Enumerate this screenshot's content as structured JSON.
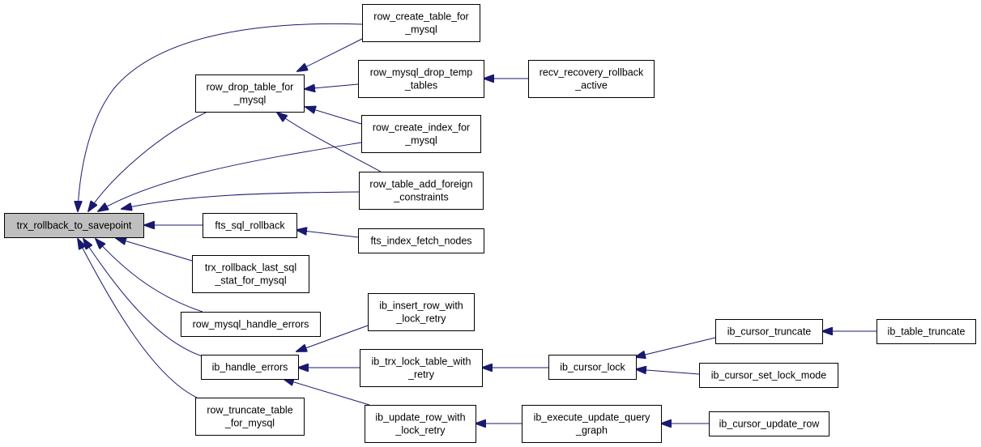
{
  "colors": {
    "edge": "#191970",
    "node_border": "#000000",
    "node_fill": "#ffffff",
    "root_fill": "#bfbfbf"
  },
  "nodes": [
    {
      "id": "trx_rollback_to_savepoint",
      "lines": [
        "trx_rollback_to_savepoint"
      ],
      "root": true
    },
    {
      "id": "row_drop_table_for_mysql",
      "lines": [
        "row_drop_table_for",
        "_mysql"
      ]
    },
    {
      "id": "row_create_table_for_mysql",
      "lines": [
        "row_create_table_for",
        "_mysql"
      ]
    },
    {
      "id": "row_mysql_drop_temp_tables",
      "lines": [
        "row_mysql_drop_temp",
        "_tables"
      ]
    },
    {
      "id": "recv_recovery_rollback_active",
      "lines": [
        "recv_recovery_rollback",
        "_active"
      ]
    },
    {
      "id": "row_create_index_for_mysql",
      "lines": [
        "row_create_index_for",
        "_mysql"
      ]
    },
    {
      "id": "row_table_add_foreign_constraints",
      "lines": [
        "row_table_add_foreign",
        "_constraints"
      ]
    },
    {
      "id": "fts_sql_rollback",
      "lines": [
        "fts_sql_rollback"
      ]
    },
    {
      "id": "fts_index_fetch_nodes",
      "lines": [
        "fts_index_fetch_nodes"
      ]
    },
    {
      "id": "trx_rollback_last_sql_stat_for_mysql",
      "lines": [
        "trx_rollback_last_sql",
        "_stat_for_mysql"
      ]
    },
    {
      "id": "row_mysql_handle_errors",
      "lines": [
        "row_mysql_handle_errors"
      ]
    },
    {
      "id": "ib_handle_errors",
      "lines": [
        "ib_handle_errors"
      ]
    },
    {
      "id": "row_truncate_table_for_mysql",
      "lines": [
        "row_truncate_table",
        "_for_mysql"
      ]
    },
    {
      "id": "ib_insert_row_with_lock_retry",
      "lines": [
        "ib_insert_row_with",
        "_lock_retry"
      ]
    },
    {
      "id": "ib_trx_lock_table_with_retry",
      "lines": [
        "ib_trx_lock_table_with",
        "_retry"
      ]
    },
    {
      "id": "ib_update_row_with_lock_retry",
      "lines": [
        "ib_update_row_with",
        "_lock_retry"
      ]
    },
    {
      "id": "ib_cursor_lock",
      "lines": [
        "ib_cursor_lock"
      ]
    },
    {
      "id": "ib_cursor_truncate",
      "lines": [
        "ib_cursor_truncate"
      ]
    },
    {
      "id": "ib_table_truncate",
      "lines": [
        "ib_table_truncate"
      ]
    },
    {
      "id": "ib_cursor_set_lock_mode",
      "lines": [
        "ib_cursor_set_lock_mode"
      ]
    },
    {
      "id": "ib_execute_update_query_graph",
      "lines": [
        "ib_execute_update_query",
        "_graph"
      ]
    },
    {
      "id": "ib_cursor_update_row",
      "lines": [
        "ib_cursor_update_row"
      ]
    }
  ],
  "edges": [
    {
      "from": "row_drop_table_for_mysql",
      "to": "trx_rollback_to_savepoint"
    },
    {
      "from": "row_create_table_for_mysql",
      "to": "trx_rollback_to_savepoint"
    },
    {
      "from": "row_create_index_for_mysql",
      "to": "trx_rollback_to_savepoint"
    },
    {
      "from": "row_table_add_foreign_constraints",
      "to": "trx_rollback_to_savepoint"
    },
    {
      "from": "fts_sql_rollback",
      "to": "trx_rollback_to_savepoint"
    },
    {
      "from": "trx_rollback_last_sql_stat_for_mysql",
      "to": "trx_rollback_to_savepoint"
    },
    {
      "from": "row_mysql_handle_errors",
      "to": "trx_rollback_to_savepoint"
    },
    {
      "from": "ib_handle_errors",
      "to": "trx_rollback_to_savepoint"
    },
    {
      "from": "row_truncate_table_for_mysql",
      "to": "trx_rollback_to_savepoint"
    },
    {
      "from": "row_create_table_for_mysql",
      "to": "row_drop_table_for_mysql"
    },
    {
      "from": "row_mysql_drop_temp_tables",
      "to": "row_drop_table_for_mysql"
    },
    {
      "from": "row_create_index_for_mysql",
      "to": "row_drop_table_for_mysql"
    },
    {
      "from": "row_table_add_foreign_constraints",
      "to": "row_drop_table_for_mysql"
    },
    {
      "from": "recv_recovery_rollback_active",
      "to": "row_mysql_drop_temp_tables"
    },
    {
      "from": "fts_index_fetch_nodes",
      "to": "fts_sql_rollback"
    },
    {
      "from": "ib_insert_row_with_lock_retry",
      "to": "ib_handle_errors"
    },
    {
      "from": "ib_trx_lock_table_with_retry",
      "to": "ib_handle_errors"
    },
    {
      "from": "ib_update_row_with_lock_retry",
      "to": "ib_handle_errors"
    },
    {
      "from": "ib_cursor_lock",
      "to": "ib_trx_lock_table_with_retry"
    },
    {
      "from": "ib_cursor_truncate",
      "to": "ib_cursor_lock"
    },
    {
      "from": "ib_cursor_set_lock_mode",
      "to": "ib_cursor_lock"
    },
    {
      "from": "ib_table_truncate",
      "to": "ib_cursor_truncate"
    },
    {
      "from": "ib_execute_update_query_graph",
      "to": "ib_update_row_with_lock_retry"
    },
    {
      "from": "ib_cursor_update_row",
      "to": "ib_execute_update_query_graph"
    }
  ]
}
